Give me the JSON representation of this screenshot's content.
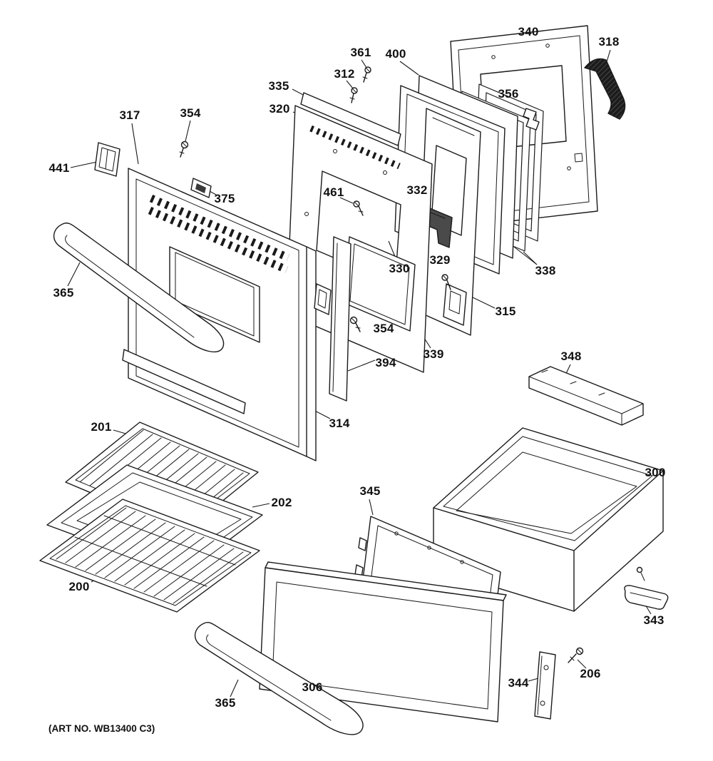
{
  "art_no": "(ART NO. WB13400 C3)",
  "colors": {
    "ink": "#1a1a1a",
    "paper": "#ffffff"
  },
  "labels": [
    "340",
    "318",
    "361",
    "400",
    "312",
    "335",
    "320",
    "356",
    "317",
    "354",
    "441",
    "375",
    "461",
    "332",
    "365",
    "330",
    "329",
    "354",
    "315",
    "338",
    "339",
    "394",
    "314",
    "348",
    "201",
    "202",
    "300",
    "345",
    "200",
    "343",
    "306",
    "365",
    "344",
    "206"
  ]
}
